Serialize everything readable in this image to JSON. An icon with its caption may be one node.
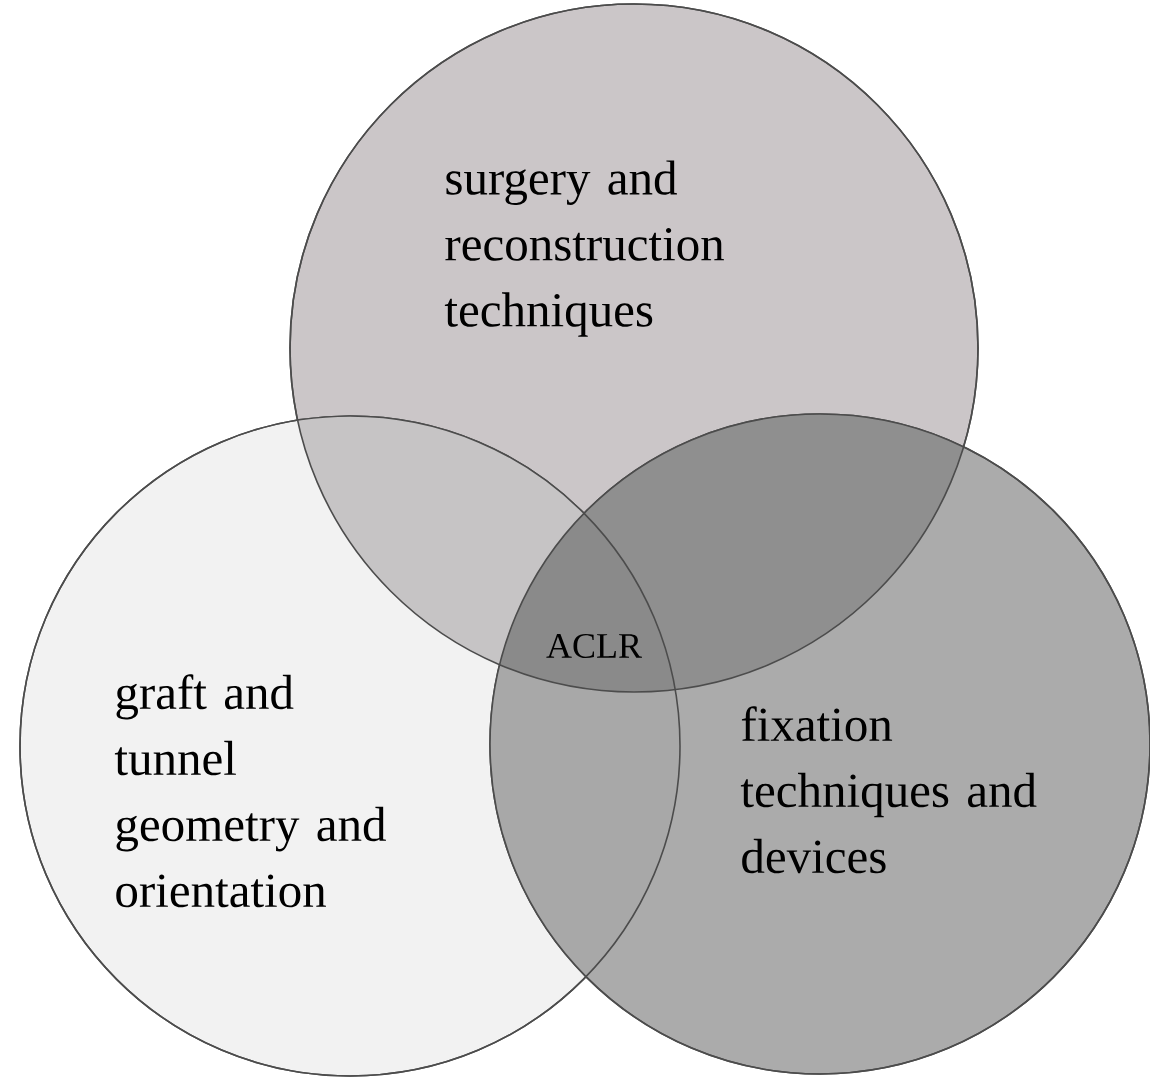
{
  "diagram": {
    "nodes": [
      {
        "text": [
          "surgery and reconstruction techniques"
        ]
      },
      {
        "text": [
          "graft and tunnel geometry and orientation"
        ]
      },
      {
        "text": [
          "fixation techniques and devices"
        ]
      }
    ],
    "labels": [
      "ACLR"
    ]
  }
}
